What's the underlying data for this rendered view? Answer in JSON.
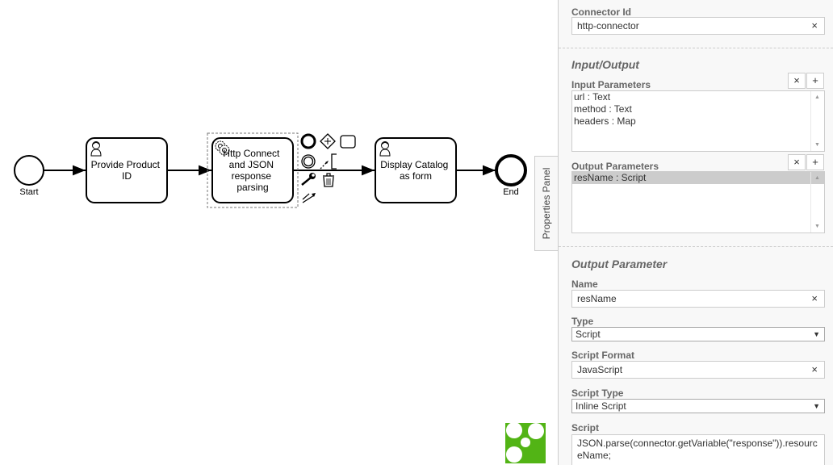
{
  "diagram": {
    "start_event": {
      "label": "Start"
    },
    "end_event": {
      "label": "End"
    },
    "tasks": [
      {
        "lines": [
          "Provide Product",
          "ID"
        ],
        "type": "user"
      },
      {
        "lines": [
          "Http Connect",
          "and JSON",
          "response",
          "parsing"
        ],
        "type": "service"
      },
      {
        "lines": [
          "Display Catalog",
          "as form"
        ],
        "type": "user"
      }
    ],
    "context_pad": [
      "end-event-icon",
      "gateway-icon",
      "task-icon",
      "intermediate-event-icon",
      "connect-icon",
      "text-annotation-icon",
      "wrench-icon",
      "delete-icon",
      "append-icon"
    ]
  },
  "toggle": {
    "label": "Properties Panel"
  },
  "panel": {
    "connector_id": {
      "label": "Connector Id",
      "value": "http-connector"
    },
    "input_output": {
      "title": "Input/Output",
      "input_parameters": {
        "label": "Input Parameters",
        "items": [
          "url : Text",
          "method : Text",
          "headers : Map"
        ]
      },
      "output_parameters": {
        "label": "Output Parameters",
        "items": [
          "resName : Script"
        ],
        "selected": 0
      }
    },
    "output_parameter": {
      "title": "Output Parameter",
      "name": {
        "label": "Name",
        "value": "resName"
      },
      "type": {
        "label": "Type",
        "value": "Script"
      },
      "script_format": {
        "label": "Script Format",
        "value": "JavaScript"
      },
      "script_type": {
        "label": "Script Type",
        "value": "Inline Script"
      },
      "script": {
        "label": "Script",
        "value": "JSON.parse(connector.getVariable(\"response\")).resourceName;"
      }
    },
    "buttons": {
      "clear": "×",
      "add": "+"
    }
  },
  "colors": {
    "logo": "#52b415",
    "stroke": "#000000",
    "panel_bg": "#f8f8f8"
  }
}
